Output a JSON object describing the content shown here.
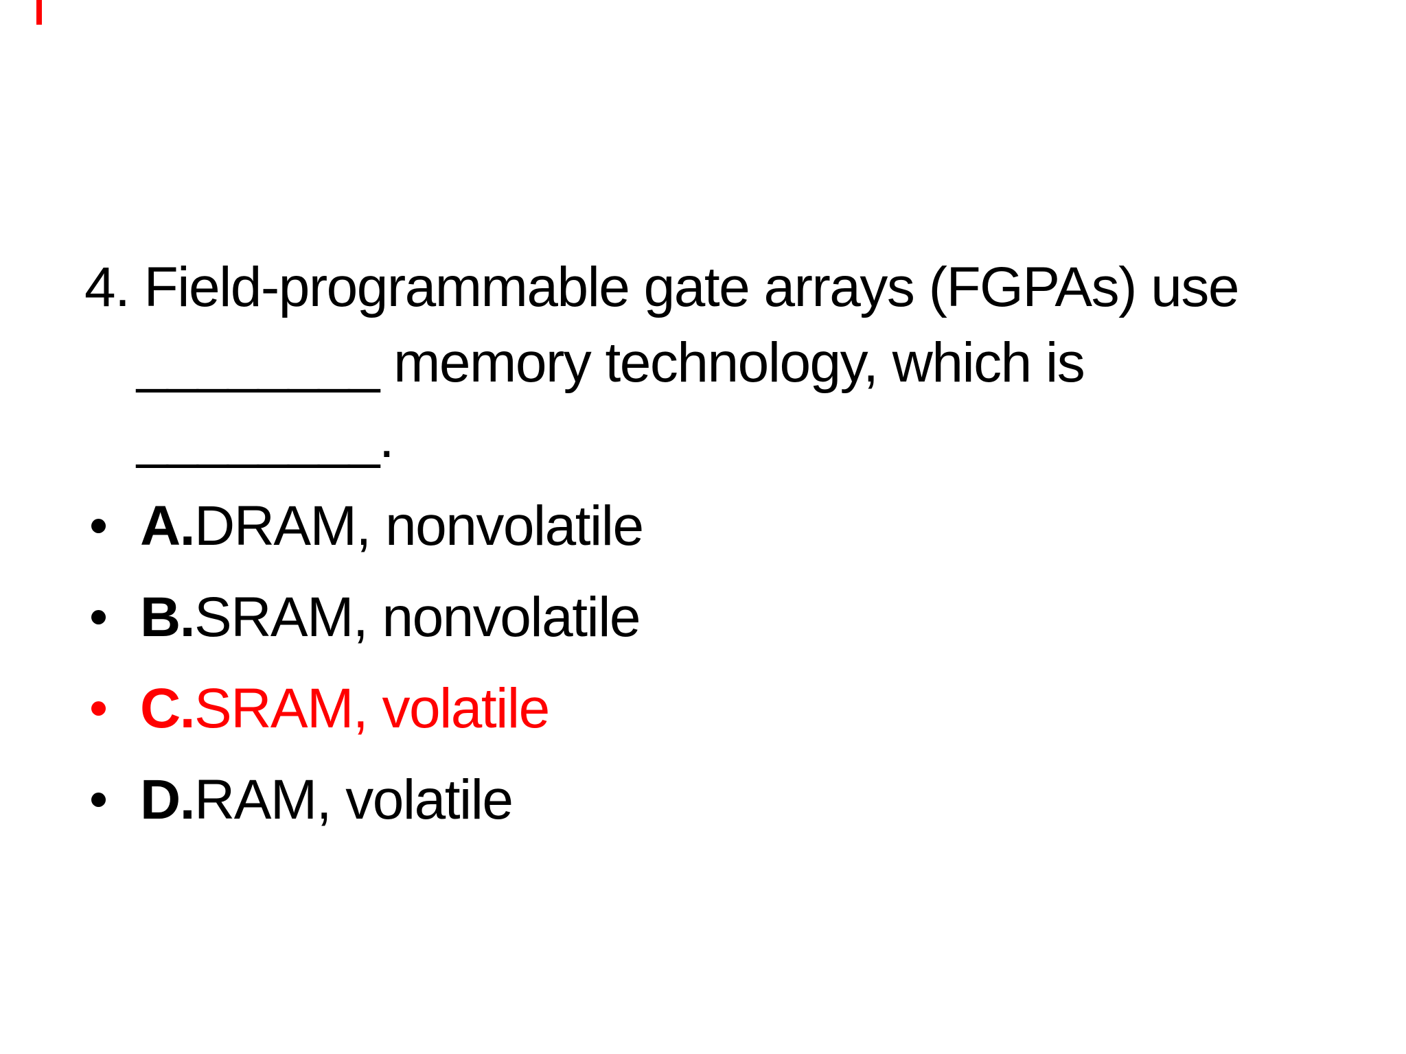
{
  "slide": {
    "background_color": "#ffffff",
    "text_color": "#000000",
    "accent_red": "#ff0000",
    "decor": {
      "red_dash_color": "#ff0000"
    },
    "question": {
      "number": "4.",
      "line1": "4. Field-programmable gate arrays (FGPAs) use",
      "line2": "________ memory technology, which is",
      "line3": "________."
    },
    "options": [
      {
        "marker": "A.",
        "text": "DRAM, nonvolatile",
        "color": "#000000",
        "highlighted": false
      },
      {
        "marker": "B.",
        "text": "SRAM, nonvolatile",
        "color": "#000000",
        "highlighted": false
      },
      {
        "marker": "C.",
        "text": "SRAM, volatile",
        "color": "#ff0000",
        "highlighted": true
      },
      {
        "marker": "D.",
        "text": "RAM, volatile",
        "color": "#000000",
        "highlighted": false
      }
    ]
  }
}
